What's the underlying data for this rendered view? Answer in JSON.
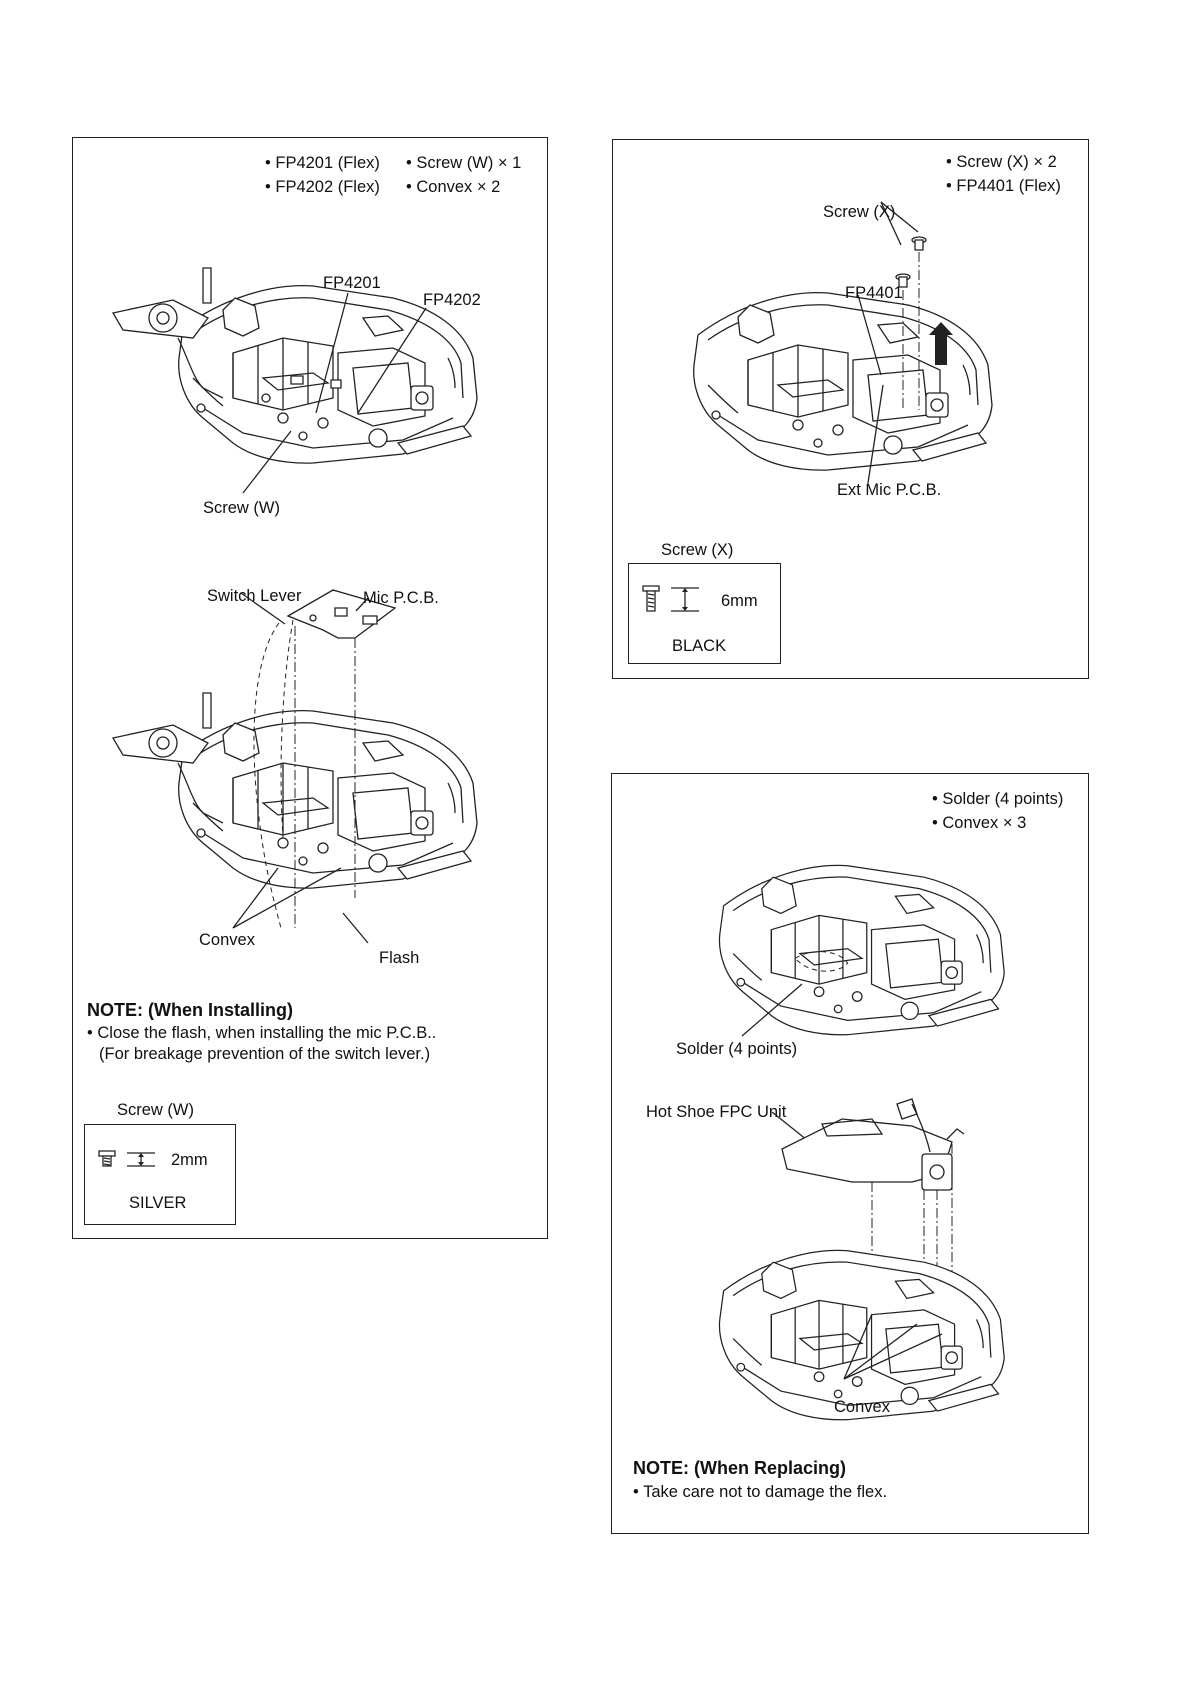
{
  "panel1": {
    "bullets": [
      "• FP4201 (Flex)",
      "• Screw (W) × 1",
      "• FP4202 (Flex)",
      "• Convex × 2"
    ],
    "labels": {
      "fp4201": "FP4201",
      "fp4202": "FP4202",
      "screw_w": "Screw (W)",
      "switch_lever": "Switch Lever",
      "mic_pcb": "Mic P.C.B.",
      "convex": "Convex",
      "flash": "Flash"
    },
    "note_title": "NOTE: (When Installing)",
    "note_lines": [
      "• Close the flash, when installing the mic P.C.B..",
      "(For breakage prevention of the switch lever.)"
    ],
    "screw_caption": "Screw (W)",
    "screw_length": "2mm",
    "screw_color": "SILVER"
  },
  "panel2": {
    "bullets": [
      "• Screw (X) × 2",
      "• FP4401 (Flex)"
    ],
    "labels": {
      "screw_x": "Screw (X)",
      "fp4401": "FP4401",
      "ext_mic": "Ext Mic P.C.B."
    },
    "screw_caption": "Screw (X)",
    "screw_length": "6mm",
    "screw_color": "BLACK"
  },
  "panel3": {
    "bullets": [
      "• Solder (4 points)",
      "• Convex × 3"
    ],
    "labels": {
      "solder": "Solder (4 points)",
      "hot_shoe": "Hot Shoe FPC Unit",
      "convex": "Convex"
    },
    "note_title": "NOTE: (When Replacing)",
    "note_lines": [
      "• Take care not to damage the flex."
    ]
  }
}
